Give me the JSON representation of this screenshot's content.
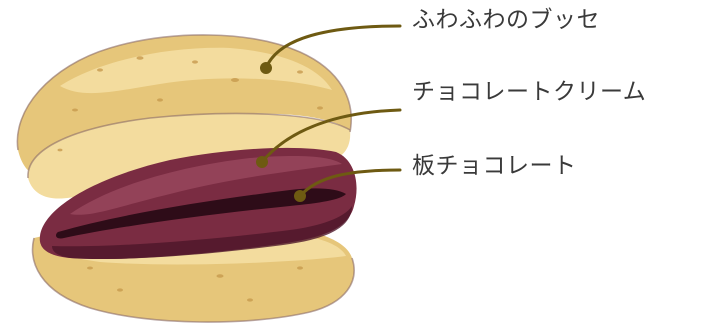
{
  "illustration": {
    "subject": "sandwich-cookie-icon"
  },
  "callouts": [
    {
      "label": "ふわふわのブッセ"
    },
    {
      "label": "チョコレートクリーム"
    },
    {
      "label": "板チョコレート"
    }
  ],
  "colors": {
    "leader_line": "#6e5a12",
    "bun_fill": "#e6c67a",
    "bun_highlight": "#f3dc9e",
    "bun_crumb": "#c79a4e",
    "cream_fill": "#7a2c42",
    "cream_dark": "#4e1729",
    "cream_light": "#9c4a60",
    "chocolate_bar": "#2e0c18",
    "outline": "#8a6a68"
  }
}
